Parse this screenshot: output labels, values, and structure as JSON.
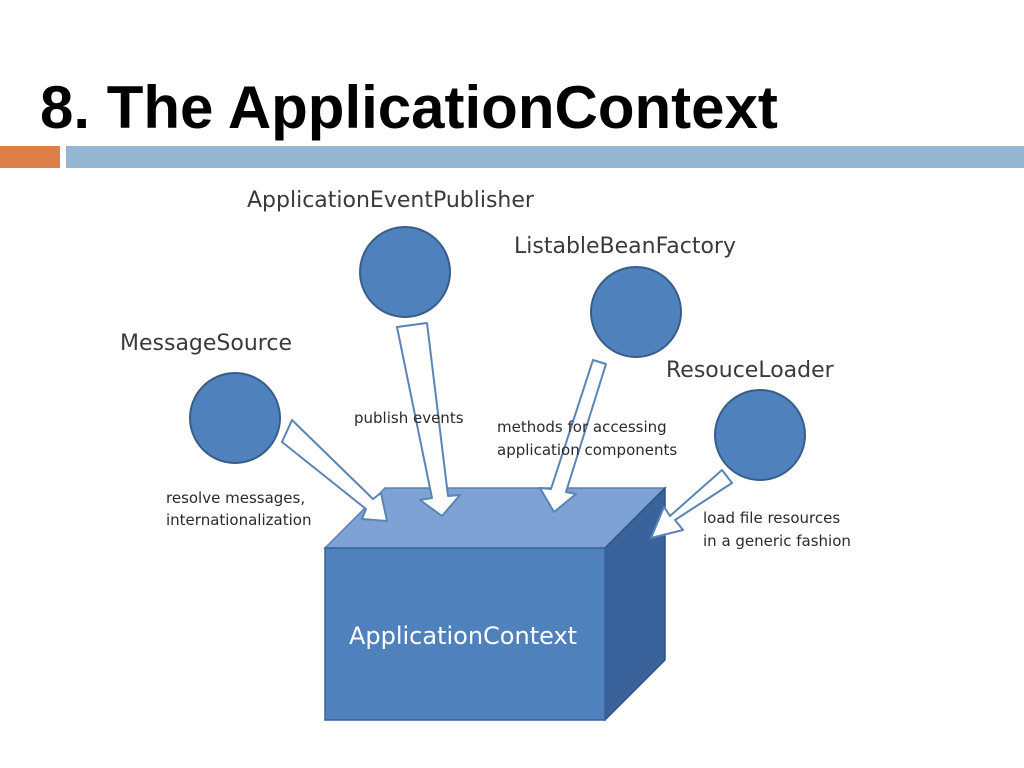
{
  "slide": {
    "title": "8. The ApplicationContext"
  },
  "colors": {
    "accent_orange": "#dd8047",
    "accent_blue": "#94b6d2",
    "circle_fill": "#4f81bd",
    "circle_stroke": "#385d8a",
    "box_front": "#4f81bd",
    "box_top": "#7ea2d4",
    "box_side": "#3a639b",
    "arrow_fill": "#ffffff",
    "arrow_stroke": "#5b84b5"
  },
  "diagram": {
    "interfaces": [
      {
        "label": "ApplicationEventPublisher",
        "description": "publish events"
      },
      {
        "label": "ListableBeanFactory",
        "description_lines": [
          "methods for accessing",
          "application components"
        ]
      },
      {
        "label": "MessageSource",
        "description_lines": [
          "resolve messages,",
          "internationalization"
        ]
      },
      {
        "label": "ResouceLoader",
        "description_lines": [
          "load file resources",
          "in a generic fashion"
        ]
      }
    ],
    "center_box_label": "ApplicationContext"
  }
}
